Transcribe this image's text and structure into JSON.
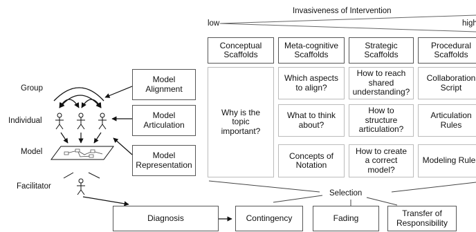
{
  "header": {
    "title": "Invasiveness of Intervention",
    "low": "low",
    "high": "high"
  },
  "scaffold_types": [
    "Conceptual\nScaffolds",
    "Meta-cognitive\nScaffolds",
    "Strategic\nScaffolds",
    "Procedural\nScaffolds"
  ],
  "actors": {
    "group": "Group",
    "individual": "Individual",
    "model": "Model",
    "facilitator": "Facilitator"
  },
  "activities": [
    "Model\nAlignment",
    "Model\nArticulation",
    "Model\nRepresentation"
  ],
  "conceptual_cell": "Why is the\ntopic\nimportant?",
  "grid": [
    [
      "Which aspects\nto align?",
      "How to reach\nshared\nunderstanding?",
      "Collaboration\nScript"
    ],
    [
      "What to think\nabout?",
      "How to\nstructure\narticulation?",
      "Articulation\nRules"
    ],
    [
      "Concepts of\nNotation",
      "How to create\na correct\nmodel?",
      "Modeling Rules"
    ]
  ],
  "selection_label": "Selection",
  "diagnosis": "Diagnosis",
  "bottom_boxes": [
    "Contingency",
    "Fading",
    "Transfer of\nResponsibility"
  ]
}
